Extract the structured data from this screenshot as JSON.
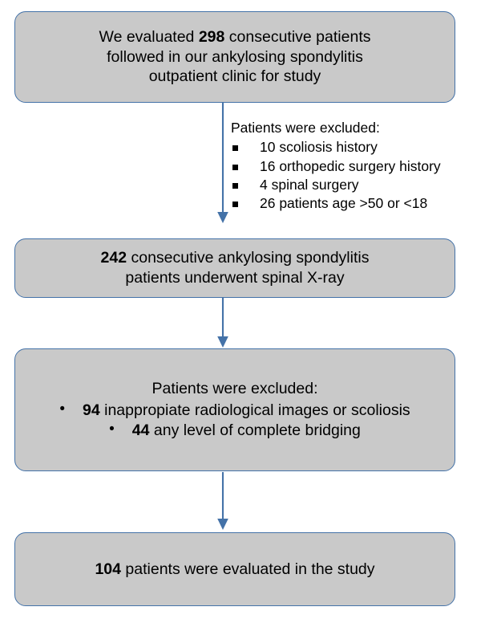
{
  "colors": {
    "node_fill": "#C9C9C9",
    "node_border": "#4472A8",
    "arrow": "#4472A8",
    "text": "#000000",
    "background": "#FFFFFF"
  },
  "flowchart": {
    "nodes": [
      {
        "id": "enrolled",
        "line1_pre": "We evaluated ",
        "line1_num": "298",
        "line1_post": " consecutive patients",
        "line2": "followed in our ankylosing spondylitis",
        "line3": "outpatient clinic for study"
      },
      {
        "id": "underwent-xray",
        "line1_num": "242",
        "line1_post": " consecutive ankylosing spondylitis",
        "line2": "patients underwent spinal X-ray"
      },
      {
        "id": "excluded-second",
        "heading": "Patients were excluded:",
        "bullets": [
          {
            "bullet": "•",
            "num": "94",
            "text": " inappropiate radiological images or scoliosis"
          },
          {
            "bullet": "•",
            "num": "44",
            "text": " any level of complete bridging"
          }
        ]
      },
      {
        "id": "final-study",
        "line1_num": "104",
        "line1_post": " patients were evaluated in the study"
      }
    ],
    "exclusion_note": {
      "title": "Patients were excluded:",
      "items": [
        "10 scoliosis history",
        "16 orthopedic surgery history",
        "4 spinal surgery",
        "26 patients age >50 or <18"
      ]
    },
    "arrows": [
      {
        "id": "arrow-1",
        "from": "enrolled",
        "to": "underwent-xray"
      },
      {
        "id": "arrow-2",
        "from": "underwent-xray",
        "to": "excluded-second"
      },
      {
        "id": "arrow-3",
        "from": "excluded-second",
        "to": "final-study"
      }
    ]
  }
}
